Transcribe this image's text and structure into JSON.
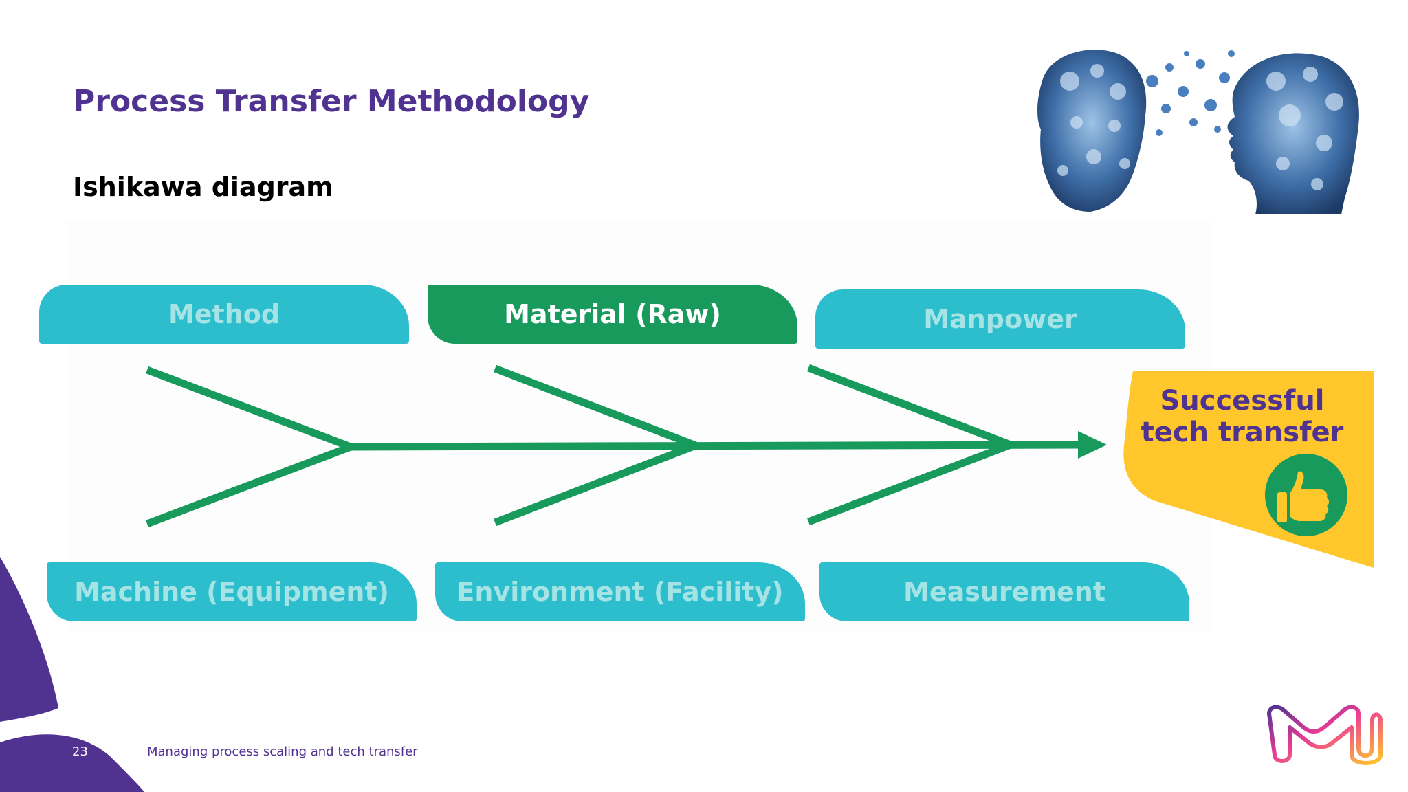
{
  "slide": {
    "title": "Process Transfer Methodology",
    "subtitle": "Ishikawa diagram",
    "page_number": "23",
    "footer_text": "Managing process scaling and tech transfer"
  },
  "diagram": {
    "top_categories": [
      {
        "label": "Method",
        "highlighted": false
      },
      {
        "label": "Material (Raw)",
        "highlighted": true
      },
      {
        "label": "Manpower",
        "highlighted": false
      }
    ],
    "bottom_categories": [
      {
        "label": "Machine (Equipment)",
        "highlighted": false
      },
      {
        "label": "Environment (Facility)",
        "highlighted": false
      },
      {
        "label": "Measurement",
        "highlighted": false
      }
    ],
    "head": {
      "line1": "Successful",
      "line2": "tech transfer",
      "icon": "thumbs-up-icon"
    }
  },
  "colors": {
    "brand_purple": "#503291",
    "category_cyan": "#2dbecd",
    "category_text_cyan": "#a5e3e5",
    "highlight_green": "#179a5c",
    "fish_green": "#179a5c",
    "head_yellow": "#ffc72c",
    "logo_magenta": "#eb3c96"
  },
  "images": {
    "top_right": "gear-heads-illustration"
  }
}
